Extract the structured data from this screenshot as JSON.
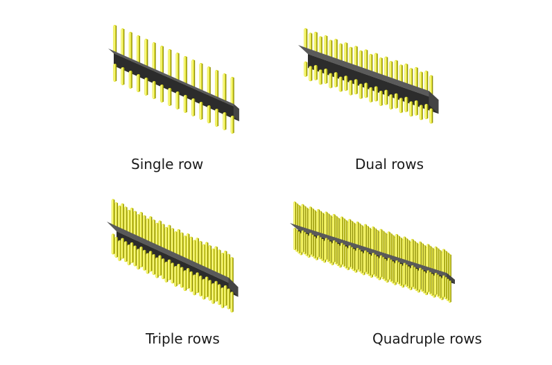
{
  "captions": {
    "single": "Single row",
    "dual": "Dual rows",
    "triple": "Triple rows",
    "quadruple": "Quadruple rows"
  },
  "colors": {
    "pin": "#e0df2a",
    "pin_highlight": "#fbfb8a",
    "pin_shadow": "#8a8a10",
    "housing_top": "#5a5a5a",
    "housing_front": "#2c2c2c",
    "housing_side": "#444444"
  },
  "components": [
    {
      "name": "single-row-pin-header",
      "rows": 1,
      "pins_per_row": 16
    },
    {
      "name": "dual-row-pin-header",
      "rows": 2,
      "pins_per_row": 13
    },
    {
      "name": "triple-row-pin-header",
      "rows": 3,
      "pins_per_row": 13
    },
    {
      "name": "quadruple-row-pin-header",
      "rows": 4,
      "pins_per_row": 20
    }
  ]
}
